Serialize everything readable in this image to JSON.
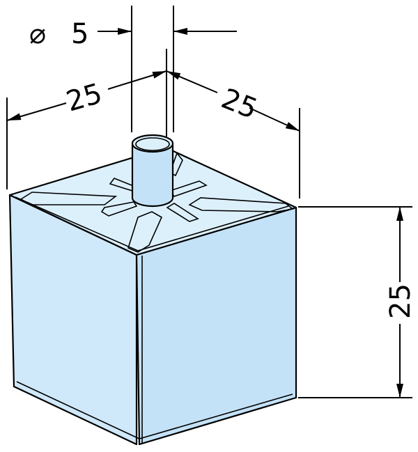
{
  "colors": {
    "face_top": "#dcf0fc",
    "face_left": "#cfe8fa",
    "face_right": "#c4e2f7",
    "slot": "#e4f3fc",
    "ink": "#000000"
  },
  "dimensions": {
    "diameter_symbol": "⌀",
    "diameter_value": "5",
    "width_left": "25",
    "width_right": "25",
    "height": "25"
  }
}
